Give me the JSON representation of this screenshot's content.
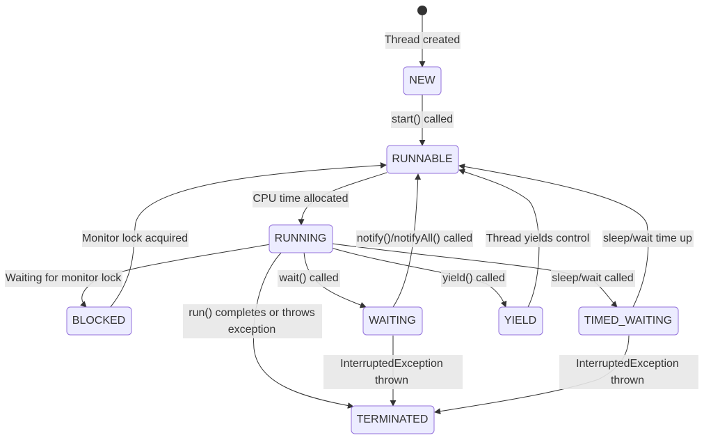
{
  "diagram": {
    "type": "state",
    "states": {
      "NEW": "NEW",
      "RUNNABLE": "RUNNABLE",
      "RUNNING": "RUNNING",
      "BLOCKED": "BLOCKED",
      "WAITING": "WAITING",
      "YIELD": "YIELD",
      "TIMED_WAITING": "TIMED_WAITING",
      "TERMINATED": "TERMINATED"
    },
    "transitions": [
      {
        "from": "start",
        "to": "NEW",
        "label": [
          "Thread created"
        ]
      },
      {
        "from": "NEW",
        "to": "RUNNABLE",
        "label": [
          "start() called"
        ]
      },
      {
        "from": "RUNNABLE",
        "to": "RUNNING",
        "label": [
          "CPU time allocated"
        ]
      },
      {
        "from": "BLOCKED",
        "to": "RUNNABLE",
        "label": [
          "Monitor lock acquired"
        ]
      },
      {
        "from": "WAITING",
        "to": "RUNNABLE",
        "label": [
          "notify()/notifyAll() called"
        ]
      },
      {
        "from": "YIELD",
        "to": "RUNNABLE",
        "label": [
          "Thread yields control"
        ]
      },
      {
        "from": "TIMED_WAITING",
        "to": "RUNNABLE",
        "label": [
          "sleep/wait time up"
        ]
      },
      {
        "from": "RUNNING",
        "to": "BLOCKED",
        "label": [
          "Waiting for monitor lock"
        ]
      },
      {
        "from": "RUNNING",
        "to": "WAITING",
        "label": [
          "wait() called"
        ]
      },
      {
        "from": "RUNNING",
        "to": "YIELD",
        "label": [
          "yield() called"
        ]
      },
      {
        "from": "RUNNING",
        "to": "TIMED_WAITING",
        "label": [
          "sleep/wait called"
        ]
      },
      {
        "from": "RUNNING",
        "to": "TERMINATED",
        "label": [
          "run() completes or throws",
          "exception"
        ]
      },
      {
        "from": "WAITING",
        "to": "TERMINATED",
        "label": [
          "InterruptedException",
          "thrown"
        ]
      },
      {
        "from": "TIMED_WAITING",
        "to": "TERMINATED",
        "label": [
          "InterruptedException",
          "thrown"
        ]
      }
    ]
  }
}
